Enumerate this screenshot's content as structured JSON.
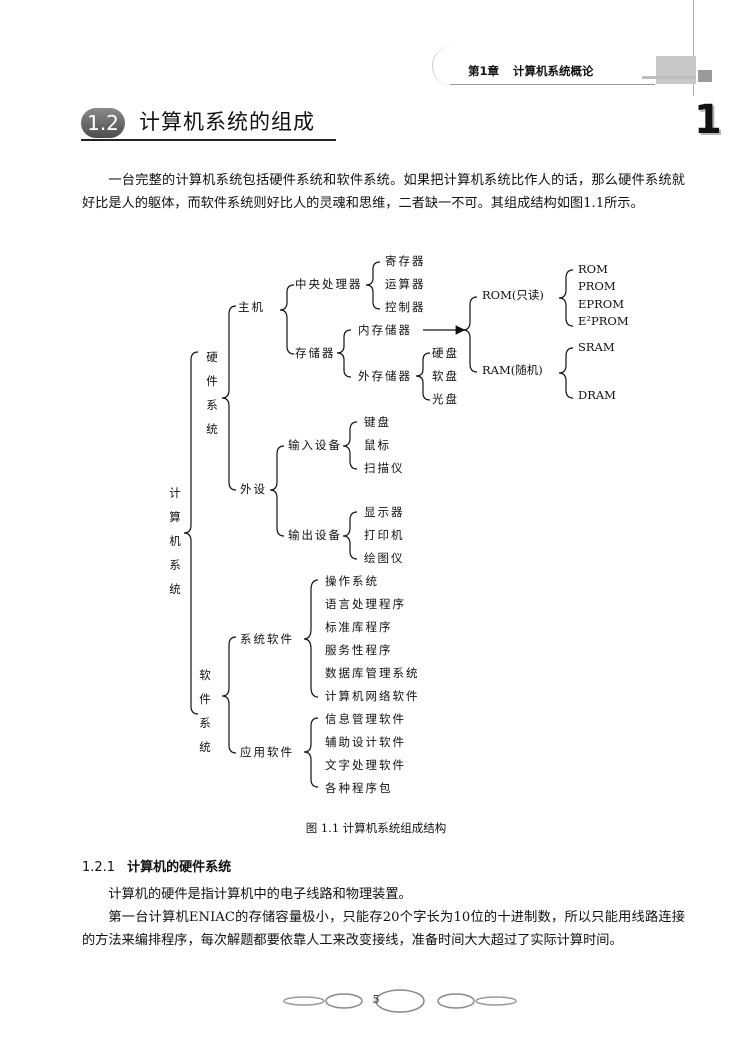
{
  "header": {
    "chapter": "第1章",
    "chapter_name": "计算机系统概论",
    "chapter_number": "1"
  },
  "section": {
    "number": "1.2",
    "title": "计算机系统的组成"
  },
  "intro_paragraph": "一台完整的计算机系统包括硬件系统和软件系统。如果把计算机系统比作人的话，那么硬件系统就好比是人的躯体，而软件系统则好比人的灵魂和思维，二者缺一不可。其组成结构如图1.1所示。",
  "diagram": {
    "root": "计算机系统",
    "hardware": "硬件系统",
    "software": "软件系统",
    "host": "主机",
    "cpu": "中央处理器",
    "cpu_items": [
      "寄存器",
      "运算器",
      "控制器"
    ],
    "memory": "存储器",
    "internal_memory": "内存储器",
    "external_memory": "外存储器",
    "external_items": [
      "硬盘",
      "软盘",
      "光盘"
    ],
    "rom": "ROM(只读)",
    "rom_items": [
      "ROM",
      "PROM",
      "EPROM",
      "E²PROM"
    ],
    "ram": "RAM(随机)",
    "ram_items": [
      "SRAM",
      "DRAM"
    ],
    "peripherals": "外设",
    "input_devices": "输入设备",
    "input_items": [
      "键盘",
      "鼠标",
      "扫描仪"
    ],
    "output_devices": "输出设备",
    "output_items": [
      "显示器",
      "打印机",
      "绘图仪"
    ],
    "system_software": "系统软件",
    "system_items": [
      "操作系统",
      "语言处理程序",
      "标准库程序",
      "服务性程序",
      "数据库管理系统",
      "计算机网络软件"
    ],
    "application_software": "应用软件",
    "application_items": [
      "信息管理软件",
      "辅助设计软件",
      "文字处理软件",
      "各种程序包"
    ]
  },
  "figure_caption": "图 1.1    计算机系统组成结构",
  "subsection": {
    "number": "1.2.1",
    "title": "计算机的硬件系统"
  },
  "hardware_paragraph_1": "计算机的硬件是指计算机中的电子线路和物理装置。",
  "hardware_paragraph_2": "第一台计算机ENIAC的存储容量极小，只能存20个字长为10位的十进制数，所以只能用线路连接的方法来编排程序，每次解题都要依靠人工来改变接线，准备时间大大超过了实际计算时间。",
  "page_number": "5"
}
